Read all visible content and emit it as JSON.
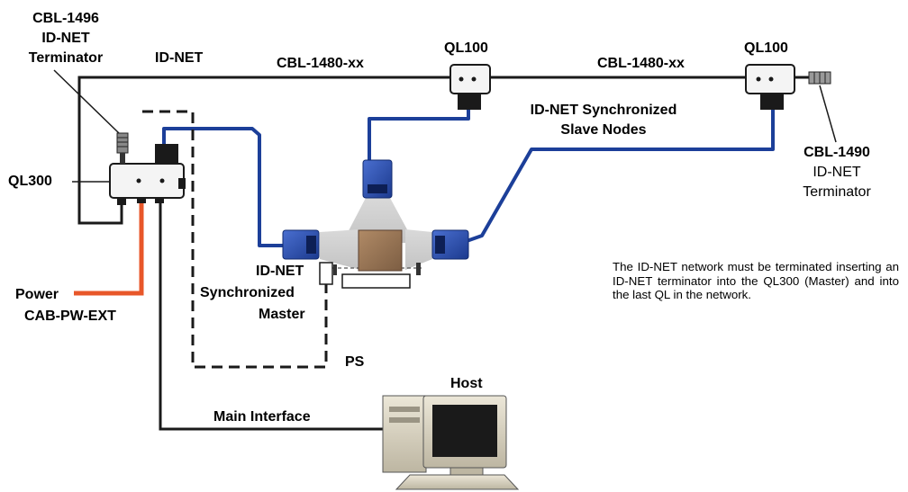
{
  "labels": {
    "cbl1496_l1": "CBL-1496",
    "cbl1496_l2": "ID-NET",
    "cbl1496_l3": "Terminator",
    "idnet": "ID-NET",
    "cbl1480_left": "CBL-1480-xx",
    "cbl1480_right": "CBL-1480-xx",
    "ql100_left": "QL100",
    "ql100_right": "QL100",
    "slave_l1": "ID-NET Synchronized",
    "slave_l2": "Slave Nodes",
    "cbl1490_l1": "CBL-1490",
    "cbl1490_l2": "ID-NET",
    "cbl1490_l3": "Terminator",
    "ql300": "QL300",
    "power": "Power",
    "cab_pw_ext": "CAB-PW-EXT",
    "master_l1": "ID-NET",
    "master_l2": "Synchronized",
    "master_l3": "Master",
    "ps": "PS",
    "host": "Host",
    "main_interface": "Main Interface"
  },
  "note": "The ID-NET network must be terminated inserting an ID-NET terminator into the QL300 (Master) and into the last QL in the network.",
  "colors": {
    "idnet_cable": "#1a1a1a",
    "scanner_cable": "#1c3f99",
    "power_cable": "#e8572a",
    "scanner_body": "#2a4fb0",
    "connector_body": "#f4f4f4",
    "box": "#9c7a5c"
  }
}
